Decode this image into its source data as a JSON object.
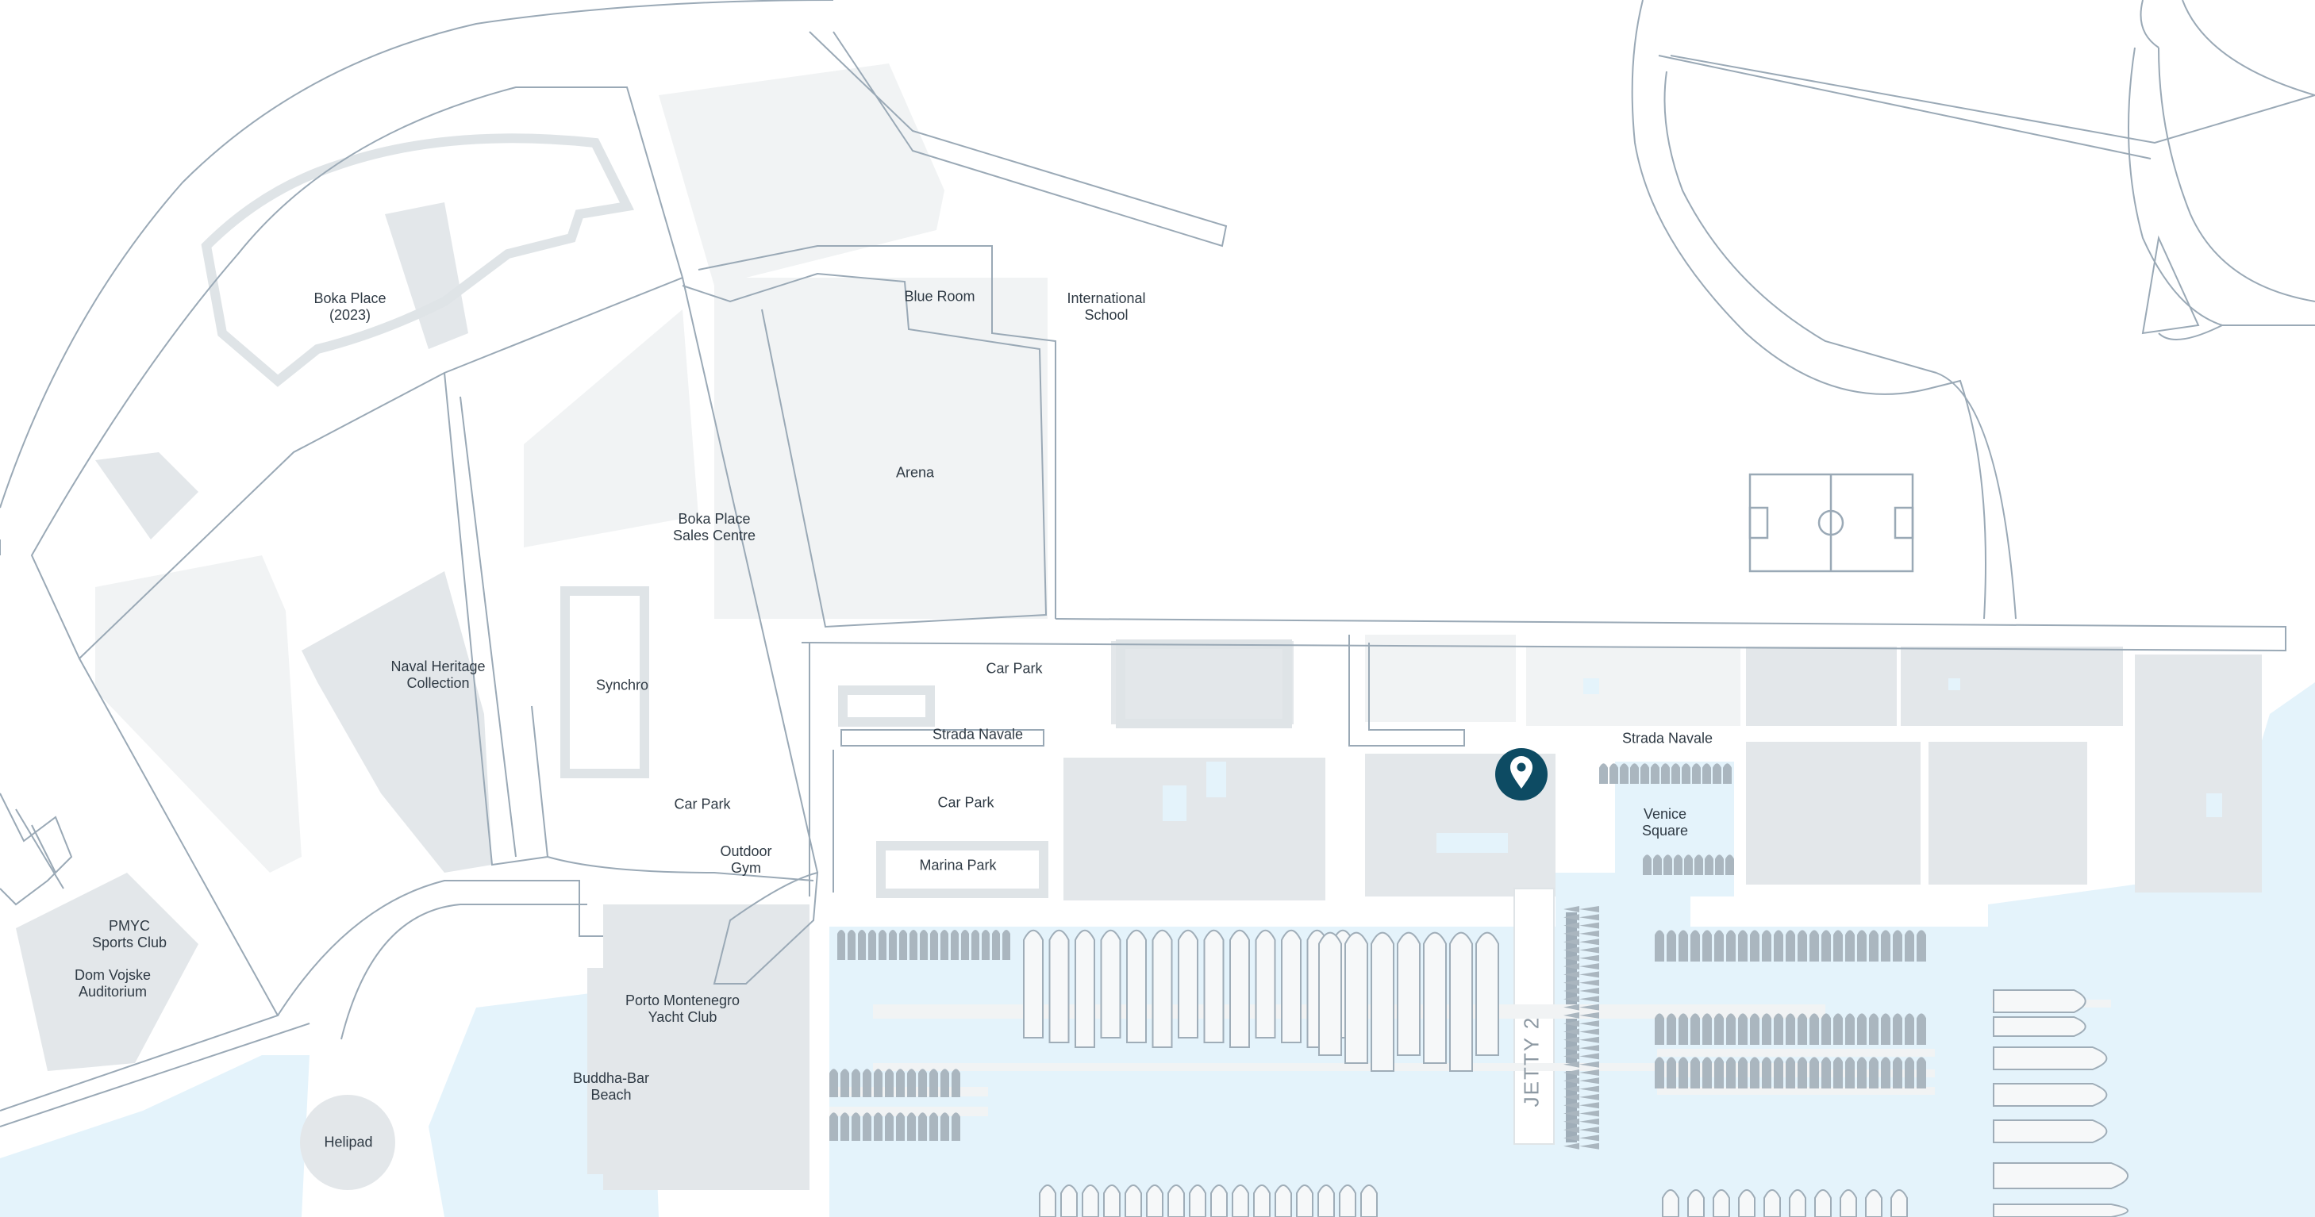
{
  "map": {
    "labels": {
      "boka_place_2023": "Boka Place\n(2023)",
      "blue_room": "Blue Room",
      "international_school": "International\nSchool",
      "arena": "Arena",
      "boka_place_sales_centre": "Boka Place\nSales Centre",
      "naval_heritage_collection": "Naval Heritage\nCollection",
      "synchro": "Synchro",
      "car_park_1": "Car Park",
      "car_park_2": "Car Park",
      "car_park_3": "Car Park",
      "strada_navale_1": "Strada Navale",
      "strada_navale_2": "Strada Navale",
      "marina_park": "Marina Park",
      "outdoor_gym": "Outdoor\nGym",
      "venice_square": "Venice\nSquare",
      "pmyc_sports_club": "PMYC\nSports Club",
      "dom_vojske_auditorium": "Dom Vojske\nAuditorium",
      "porto_montenegro_yacht_club": "Porto Montenegro\nYacht Club",
      "buddha_bar_beach": "Buddha-Bar\nBeach",
      "helipad": "Helipad",
      "jetty_2": "JETTY 2"
    },
    "marker": {
      "icon": "location-pin-icon",
      "color": "#0d4b63"
    },
    "colors": {
      "road": "#9aa9b6",
      "building": "#e3e7ea",
      "water": "#e4f3fb",
      "boat": "#aab6bf",
      "text": "#2f3a44"
    }
  }
}
